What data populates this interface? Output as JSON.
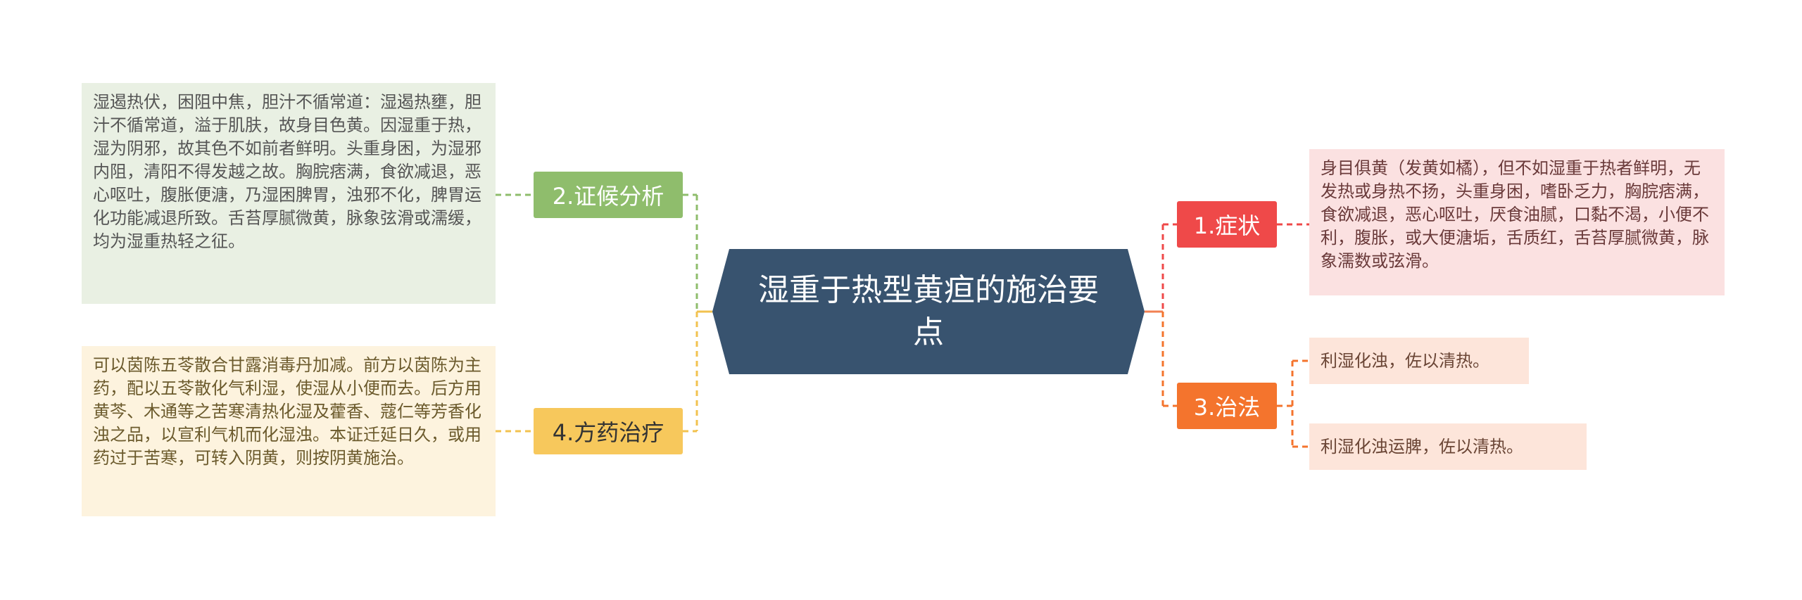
{
  "center": {
    "title": "湿重于热型黄疸的施治要点"
  },
  "branches": {
    "zhenghou": {
      "label": "2.证候分析",
      "text": "湿遏热伏，困阻中焦，胆汁不循常道：湿遏热壅，胆汁不循常道，溢于肌肤，故身目色黄。因湿重于热，湿为阴邪，故其色不如前者鲜明。头重身困，为湿邪内阻，清阳不得发越之故。胸脘痞满，食欲减退，恶心呕吐，腹胀便溏，乃湿困脾胃，浊邪不化，脾胃运化功能减退所致。舌苔厚腻微黄，脉象弦滑或濡缓，均为湿重热轻之征。"
    },
    "fangyao": {
      "label": "4.方药治疗",
      "text": "可以茵陈五苓散合甘露消毒丹加减。前方以茵陈为主药，配以五苓散化气利湿，使湿从小便而去。后方用黄芩、木通等之苦寒清热化湿及藿香、蔻仁等芳香化浊之品，以宣利气机而化湿浊。本证迁延日久，或用药过于苦寒，可转入阴黄，则按阴黄施治。"
    },
    "zhengzhuang": {
      "label": "1.症状",
      "text": "身目俱黄（发黄如橘），但不如湿重于热者鲜明，无发热或身热不扬，头重身困，嗜卧乏力，胸脘痞满，食欲减退，恶心呕吐，厌食油腻，口黏不渴，小便不利，腹胀，或大便溏垢，舌质红，舌苔厚腻微黄，脉象濡数或弦滑。"
    },
    "zhifa": {
      "label": "3.治法",
      "items": [
        "利湿化浊，佐以清热。",
        "利湿化浊运脾，佐以清热。"
      ]
    }
  },
  "colors": {
    "center": "#38536f",
    "green": "#8fbd6c",
    "yellow": "#f7c85c",
    "red": "#ef4949",
    "orange": "#f4742d"
  }
}
